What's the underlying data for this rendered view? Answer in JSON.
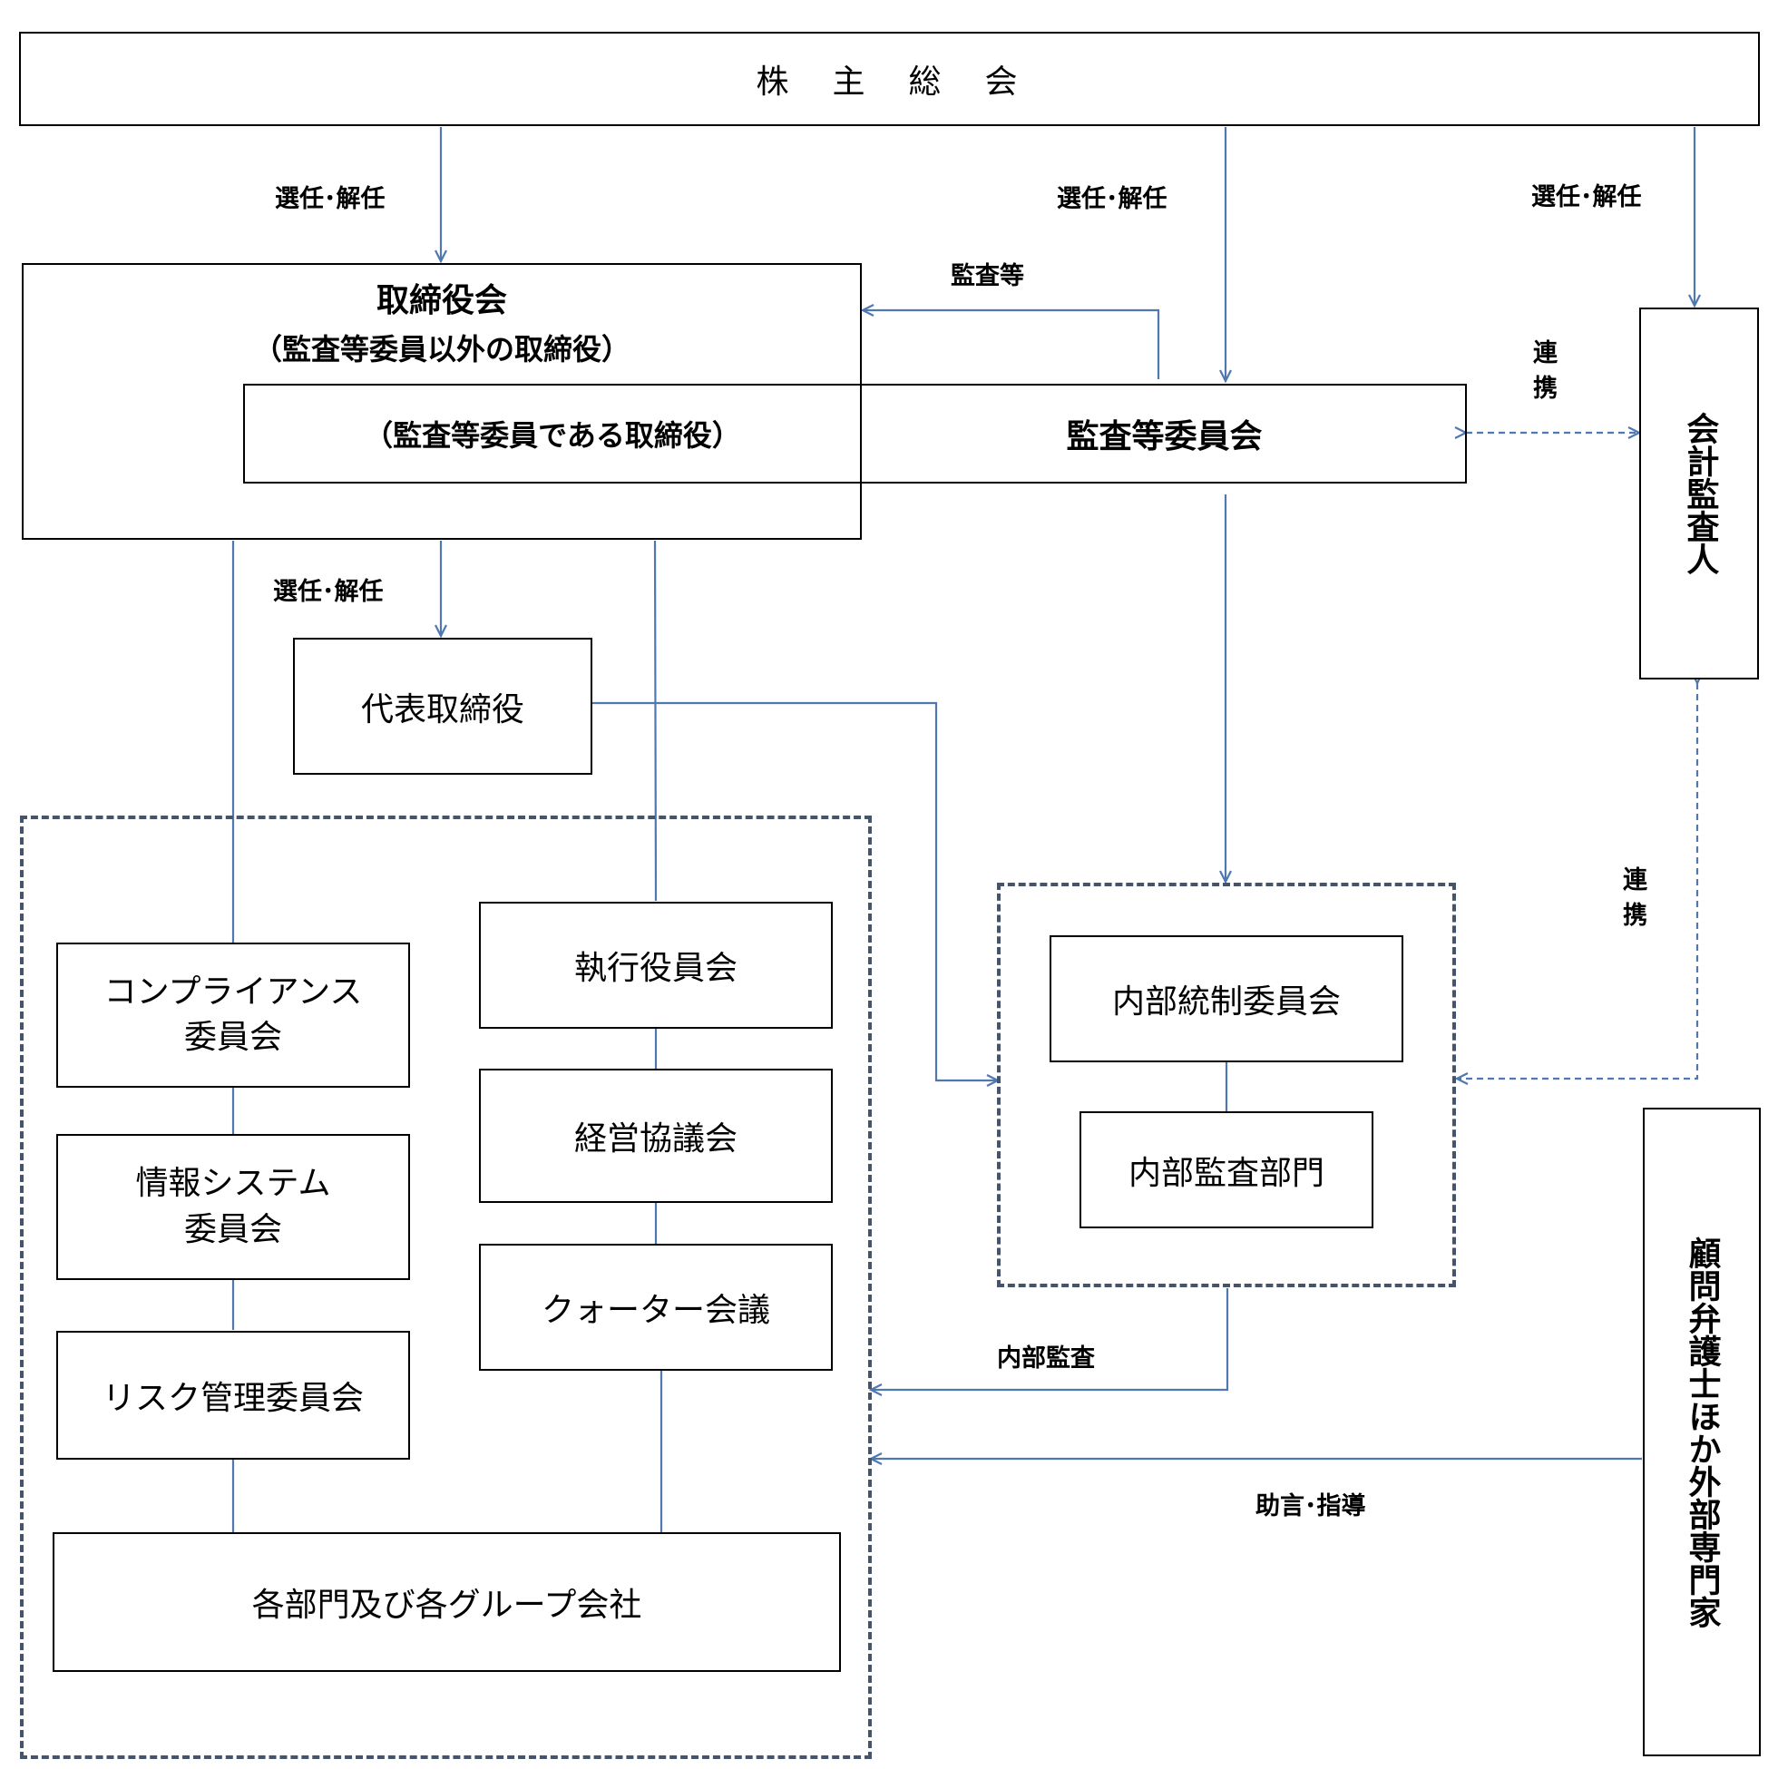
{
  "shareholders_meeting": "株　主　総　会",
  "board": {
    "title": "取締役会",
    "subtitle": "（監査等委員以外の取締役）",
    "audit_member_directors": "（監査等委員である取締役）"
  },
  "audit_committee": "監査等委員会",
  "accounting_auditor": "会計監査人",
  "representative_director": "代表取締役",
  "committees_left": [
    "コンプライアンス\n委員会",
    "情報システム\n委員会",
    "リスク管理委員会"
  ],
  "committees_center": [
    "執行役員会",
    "経営協議会",
    "クォーター会議"
  ],
  "departments": "各部門及び各グループ会社",
  "internal_control_committee": "内部統制委員会",
  "internal_audit_dept": "内部監査部門",
  "external_experts": "顧問弁護士ほか外部専門家",
  "edge_labels": {
    "appoint_dismiss_board": "選任･解任",
    "appoint_dismiss_audit": "選任･解任",
    "appoint_dismiss_auditor": "選任･解任",
    "appoint_dismiss_rep": "選任･解任",
    "audit_etc": "監査等",
    "cooperation_top": "連\n携",
    "cooperation_bottom": "連\n携",
    "internal_audit": "内部監査",
    "advice_guidance": "助言･指導"
  },
  "colors": {
    "connector": "#4f77b0",
    "dashed_border": "#44546a",
    "box_border": "#000000"
  }
}
